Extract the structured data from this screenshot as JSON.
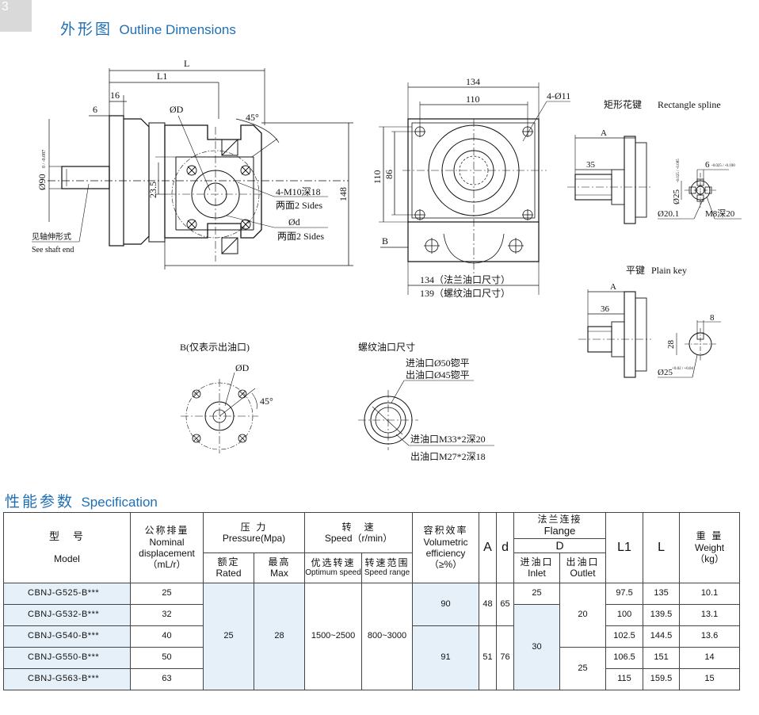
{
  "page_number": "3",
  "outline": {
    "title_cn": "外形图",
    "title_en": "Outline Dimensions"
  },
  "drawing": {
    "front": {
      "L": "L",
      "L1": "L1",
      "d16": "16",
      "d6": "6",
      "phiD": "ØD",
      "angle": "45°",
      "shaft": "Ø90",
      "shaft_tol": "0 / -0.087",
      "d23_5": "23.5",
      "m10_a": "4-M10深18",
      "m10_b": "两面2 Sides",
      "phid_a": "Ød",
      "phid_b": "两面2 Sides",
      "d148": "148",
      "see_cn": "见轴伸形式",
      "see_en": "See shaft end"
    },
    "side": {
      "d134": "134",
      "d110": "110",
      "hole": "4-Ø11",
      "v110": "110",
      "v86": "86",
      "b": "B",
      "flange_port": "134（法兰油口尺寸）",
      "thread_port": "139（螺纹油口尺寸）"
    },
    "spline": {
      "title_cn": "矩形花键",
      "title_en": "Rectangle spline",
      "A": "A",
      "d35": "35",
      "d25": "Ø25",
      "d25_tol": "-0.025 / -0.085",
      "d6": "6",
      "d6_tol": "-0.025 / -0.100",
      "d20": "Ø20.1",
      "m8": "M8深20"
    },
    "key": {
      "title_cn": "平键",
      "title_en": "Plain key",
      "A": "A",
      "d36": "36",
      "d8": "8",
      "d28": "28",
      "d25": "Ø25",
      "d25_tol": "+0.02 / +0.04"
    },
    "b_view": {
      "title": "B(仅表示出油口)",
      "phiD": "ØD",
      "angle": "45°"
    },
    "thread_view": {
      "title": "螺纹油口尺寸",
      "in_spot": "进油口Ø50锪平",
      "out_spot": "出油口Ø45锪平",
      "in_th": "进油口M33*2深20",
      "out_th": "出油口M27*2深18"
    }
  },
  "spec": {
    "title_cn": "性能参数",
    "title_en": "Specification",
    "headers": {
      "model_cn": "型　号",
      "model_en": "Model",
      "disp_cn": "公称排量",
      "disp_en1": "Nominal",
      "disp_en2": "displacement",
      "disp_unit": "（mL/r）",
      "press_cn": "压 力",
      "press_en": "Pressure(Mpa)",
      "rated_cn": "额定",
      "rated_en": "Rated",
      "max_cn": "最高",
      "max_en": "Max",
      "speed_cn": "转　速",
      "speed_en": "Speed（r/min）",
      "opt_cn": "优选转速",
      "opt_en": "Optimum speed",
      "range_cn": "转速范围",
      "range_en": "Speed range",
      "eff_cn": "容积效率",
      "eff_en1": "Volumetric",
      "eff_en2": "efficiency",
      "eff_unit": "（≥%）",
      "A": "A",
      "d": "d",
      "flange_cn": "法兰连接",
      "flange_en": "Flange",
      "D": "D",
      "inlet_cn": "进油口",
      "inlet_en": "Inlet",
      "outlet_cn": "出油口",
      "outlet_en": "Outlet",
      "L1": "L1",
      "L": "L",
      "weight_cn": "重 量",
      "weight_en": "Weight",
      "weight_unit": "（kg）"
    },
    "rated": "25",
    "max": "28",
    "opt_speed": "1500~2500",
    "speed_range": "800~3000",
    "eff": [
      "90",
      "91"
    ],
    "A": [
      "48",
      "51"
    ],
    "d": [
      "65",
      "76"
    ],
    "inlet": [
      "25",
      "30"
    ],
    "outlet": [
      "20",
      "25"
    ],
    "rows": [
      {
        "model": "CBNJ-G525-B***",
        "disp": "25",
        "L1": "97.5",
        "L": "135",
        "weight": "10.1"
      },
      {
        "model": "CBNJ-G532-B***",
        "disp": "32",
        "L1": "100",
        "L": "139.5",
        "weight": "13.1"
      },
      {
        "model": "CBNJ-G540-B***",
        "disp": "40",
        "L1": "102.5",
        "L": "144.5",
        "weight": "13.6"
      },
      {
        "model": "CBNJ-G550-B***",
        "disp": "50",
        "L1": "106.5",
        "L": "151",
        "weight": "14"
      },
      {
        "model": "CBNJ-G563-B***",
        "disp": "63",
        "L1": "115",
        "L": "159.5",
        "weight": "15"
      }
    ]
  }
}
